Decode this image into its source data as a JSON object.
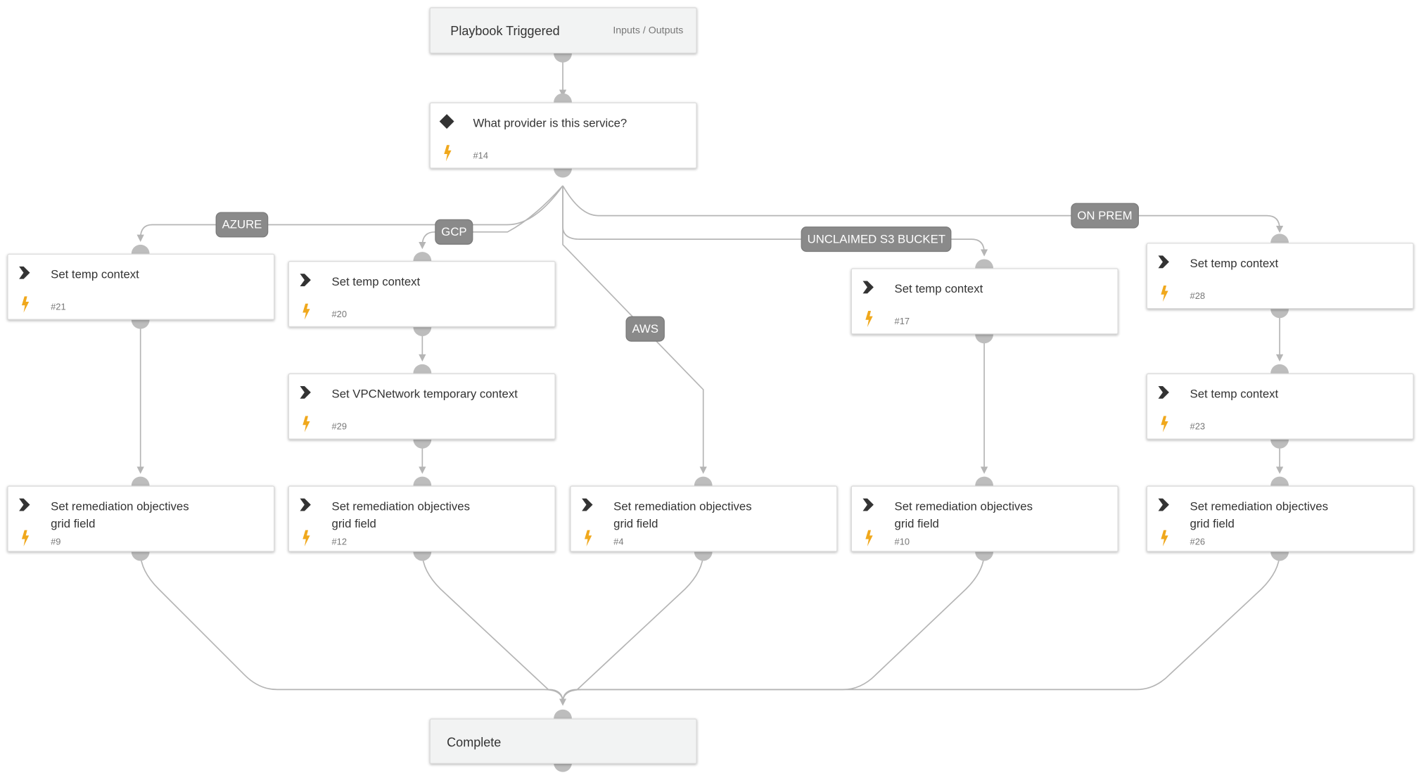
{
  "start_node": {
    "title": "Playbook Triggered",
    "io_label": "Inputs / Outputs"
  },
  "condition_node": {
    "title": "What provider is this service?",
    "id": "#14"
  },
  "end_node": {
    "title": "Complete"
  },
  "branches": {
    "azure": "AZURE",
    "gcp": "GCP",
    "aws": "AWS",
    "s3": "UNCLAIMED S3 BUCKET",
    "onprem": "ON PREM"
  },
  "tasks": {
    "t21": {
      "title": "Set temp context",
      "id": "#21"
    },
    "t20": {
      "title": "Set temp context",
      "id": "#20"
    },
    "t17": {
      "title": "Set temp context",
      "id": "#17"
    },
    "t28": {
      "title": "Set temp context",
      "id": "#28"
    },
    "t29": {
      "title": "Set VPCNetwork temporary context",
      "id": "#29"
    },
    "t23": {
      "title": "Set temp context",
      "id": "#23"
    },
    "t9": {
      "title": "Set remediation objectives grid field",
      "id": "#9"
    },
    "t12": {
      "title": "Set remediation objectives grid field",
      "id": "#12"
    },
    "t4": {
      "title": "Set remediation objectives grid field",
      "id": "#4"
    },
    "t10": {
      "title": "Set remediation objectives grid field",
      "id": "#10"
    },
    "t26": {
      "title": "Set remediation objectives grid field",
      "id": "#26"
    }
  },
  "colors": {
    "edge": "#b5b5b5",
    "port": "#bdbdbd",
    "bolt": "#f0a81c",
    "icon": "#333333",
    "pill": "#8a8a8a"
  }
}
